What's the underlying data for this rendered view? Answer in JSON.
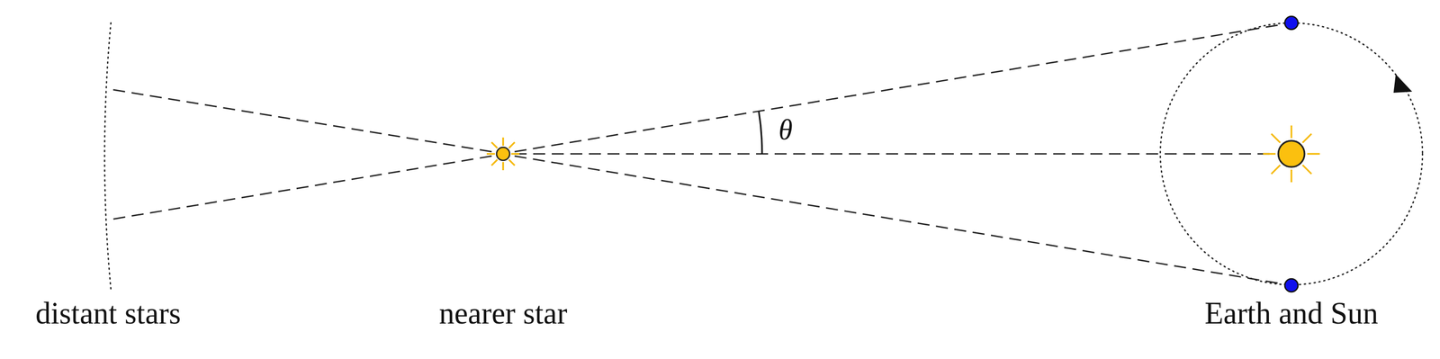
{
  "diagram": {
    "labels": [
      "θ",
      "distant stars",
      "nearer star",
      "Earth and Sun"
    ]
  }
}
